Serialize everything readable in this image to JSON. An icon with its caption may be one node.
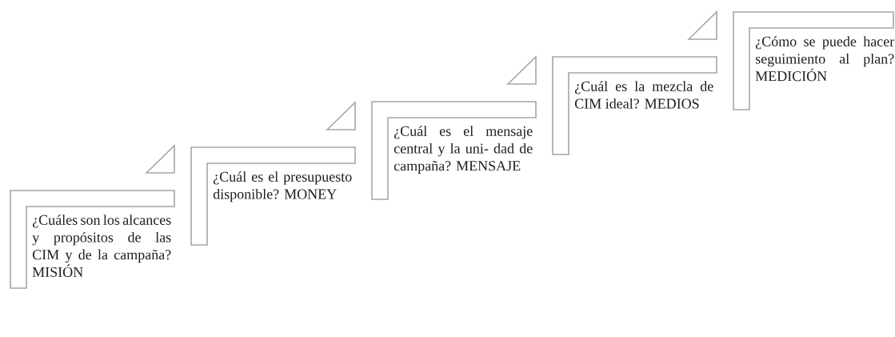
{
  "diagram": {
    "nodes": [
      {
        "text": [
          "¿Cuáles son los alcances y propósitos de las CIM y de la campaña? MISIÓN"
        ]
      },
      {
        "text": [
          "¿Cuál es el presupuesto disponible? MONEY"
        ]
      },
      {
        "text": [
          "¿Cuál es el mensaje central y la uni- dad de campaña? MENSAJE"
        ]
      },
      {
        "text": [
          "¿Cuál es la mezcla de CIM ideal? MEDIOS"
        ]
      },
      {
        "text": [
          "¿Cómo se puede hacer seguimiento al plan? MEDICIÓN"
        ]
      }
    ]
  }
}
